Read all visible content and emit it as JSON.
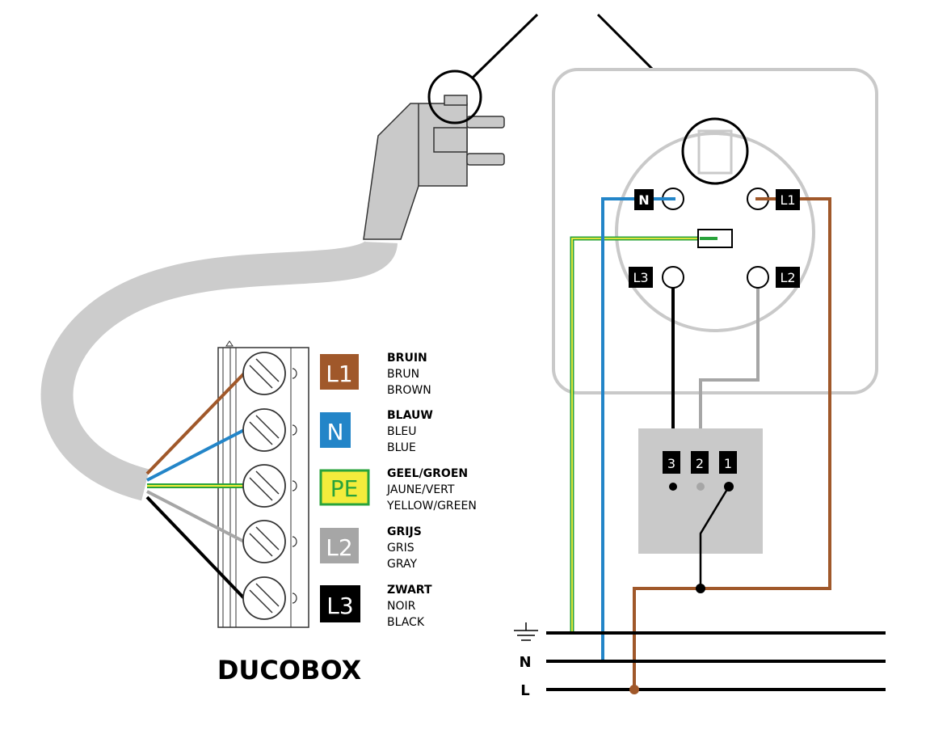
{
  "colors": {
    "brown": "#a0582a",
    "blue": "#2385c8",
    "green_yellow": "#29a33b",
    "yellow": "#f3ec3c",
    "gray": "#a6a6a6",
    "black": "#000000",
    "cable": "#cccccc",
    "socket_outline": "#c9c9c9"
  },
  "legend": [
    {
      "badge": "L1",
      "nl": "BRUIN",
      "fr": "BRUN",
      "en": "BROWN"
    },
    {
      "badge": "N",
      "nl": "BLAUW",
      "fr": "BLEU",
      "en": "BLUE"
    },
    {
      "badge": "PE",
      "nl": "GEEL/GROEN",
      "fr": "JAUNE/VERT",
      "en": "YELLOW/GREEN"
    },
    {
      "badge": "L2",
      "nl": "GRIJS",
      "fr": "GRIS",
      "en": "GRAY"
    },
    {
      "badge": "L3",
      "nl": "ZWART",
      "fr": "NOIR",
      "en": "BLACK"
    }
  ],
  "ducobox_label": "DUCOBOX",
  "socket_labels": {
    "n": "N",
    "l1": "L1",
    "l3": "L3",
    "l2": "L2"
  },
  "switch_labels": {
    "t3": "3",
    "t2": "2",
    "t1": "1"
  },
  "bus_labels": {
    "n": "N",
    "l": "L"
  }
}
